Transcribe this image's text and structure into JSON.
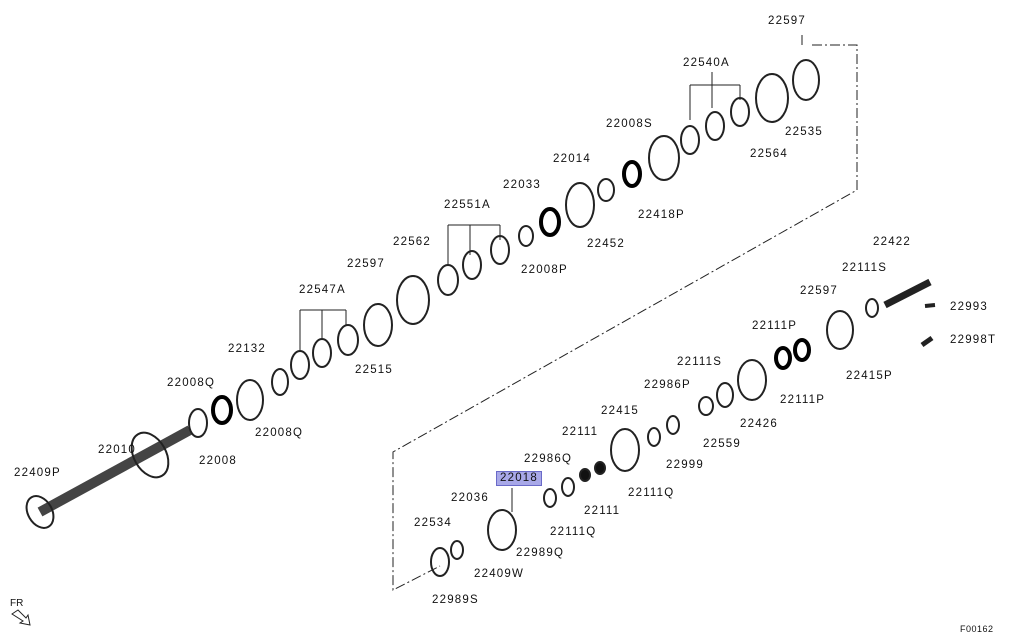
{
  "diagram": {
    "labels": [
      "22597",
      "22540A",
      "22008S",
      "22014",
      "22033",
      "22551A",
      "22562",
      "22597",
      "22547A",
      "22132",
      "22008Q",
      "22010",
      "22409P",
      "22008",
      "22008Q",
      "22515",
      "22452",
      "22008P",
      "22418P",
      "22564",
      "22535",
      "22422",
      "22111S",
      "22597",
      "22993",
      "22998T",
      "22111P",
      "22415P",
      "22111P",
      "22111S",
      "22986P",
      "22426",
      "22559",
      "22999",
      "22415",
      "22111",
      "22986Q",
      "22018",
      "22111Q",
      "22111",
      "22111Q",
      "22036",
      "22989Q",
      "22534",
      "22409W",
      "22989S"
    ],
    "highlighted_label": "22018",
    "highlight_color": "#a8a8e8",
    "direction_label": "FR",
    "figure_code": "F00162"
  }
}
